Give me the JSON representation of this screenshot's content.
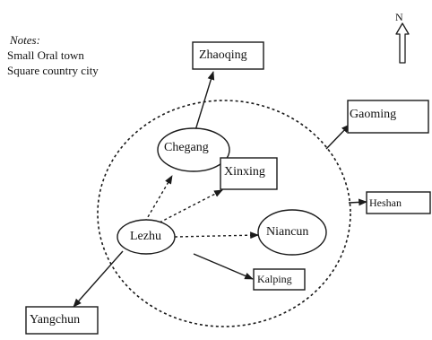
{
  "notes": {
    "title": "Notes:",
    "lines": [
      "Small Oral town",
      "Square country city"
    ]
  },
  "north": "N",
  "towns": {
    "chegang": "Chegang",
    "lezhu": "Lezhu",
    "niancun": "Niancun"
  },
  "cities": {
    "zhaoqing": "Zhaoqing",
    "gaoming": "Gaoming",
    "xinxing": "Xinxing",
    "heshan": "Heshan",
    "kaiping": "Kalping",
    "yangchun": "Yangchun"
  },
  "colors": {
    "line": "#1a1a1a",
    "background": "#ffffff"
  }
}
